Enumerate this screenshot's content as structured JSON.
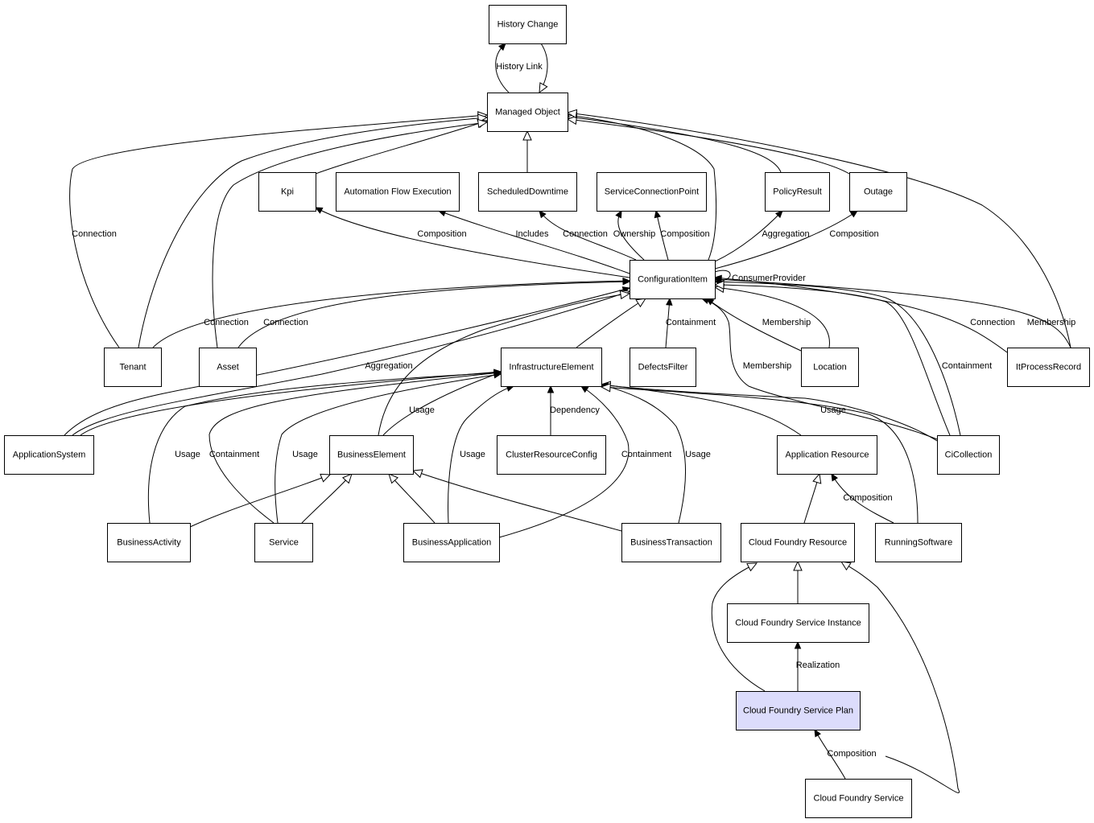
{
  "title": "Cloud Foundry Service Plan",
  "nodes": [
    {
      "id": "HistoryChange",
      "label": "History Change"
    },
    {
      "id": "ManagedObject",
      "label": "Managed Object"
    },
    {
      "id": "Kpi",
      "label": "Kpi"
    },
    {
      "id": "AutomationFlowExecution",
      "label": "Automation Flow Execution"
    },
    {
      "id": "ScheduledDowntime",
      "label": "ScheduledDowntime"
    },
    {
      "id": "ServiceConnectionPoint",
      "label": "ServiceConnectionPoint"
    },
    {
      "id": "PolicyResult",
      "label": "PolicyResult"
    },
    {
      "id": "Outage",
      "label": "Outage"
    },
    {
      "id": "ConfigurationItem",
      "label": "ConfigurationItem"
    },
    {
      "id": "Tenant",
      "label": "Tenant"
    },
    {
      "id": "Asset",
      "label": "Asset"
    },
    {
      "id": "InfrastructureElement",
      "label": "InfrastructureElement"
    },
    {
      "id": "DefectsFilter",
      "label": "DefectsFilter"
    },
    {
      "id": "Location",
      "label": "Location"
    },
    {
      "id": "ItProcessRecord",
      "label": "ItProcessRecord"
    },
    {
      "id": "ApplicationSystem",
      "label": "ApplicationSystem"
    },
    {
      "id": "BusinessElement",
      "label": "BusinessElement"
    },
    {
      "id": "ClusterResourceConfig",
      "label": "ClusterResourceConfig"
    },
    {
      "id": "ApplicationResource",
      "label": "Application Resource"
    },
    {
      "id": "CiCollection",
      "label": "CiCollection"
    },
    {
      "id": "BusinessActivity",
      "label": "BusinessActivity"
    },
    {
      "id": "Service",
      "label": "Service"
    },
    {
      "id": "BusinessApplication",
      "label": "BusinessApplication"
    },
    {
      "id": "BusinessTransaction",
      "label": "BusinessTransaction"
    },
    {
      "id": "CloudFoundryResource",
      "label": "Cloud Foundry Resource"
    },
    {
      "id": "RunningSoftware",
      "label": "RunningSoftware"
    },
    {
      "id": "CloudFoundryServiceInstance",
      "label": "Cloud Foundry Service Instance"
    },
    {
      "id": "CloudFoundryServicePlan",
      "label": "Cloud Foundry Service Plan",
      "highlight": true
    },
    {
      "id": "CloudFoundryService",
      "label": "Cloud Foundry Service"
    }
  ],
  "edges": [
    {
      "from": "ManagedObject",
      "to": "HistoryChange",
      "label": "History Link",
      "arrow": "filled"
    },
    {
      "from": "HistoryChange",
      "to": "ManagedObject",
      "label": "",
      "arrow": "hollow"
    },
    {
      "from": "ScheduledDowntime",
      "to": "ManagedObject",
      "label": "",
      "arrow": "hollow"
    },
    {
      "from": "Kpi",
      "to": "ManagedObject",
      "label": "",
      "arrow": "hollow"
    },
    {
      "from": "Tenant",
      "to": "ManagedObject",
      "label": "Connection",
      "arrow": "hollow"
    },
    {
      "from": "Tenant",
      "to": "ManagedObject",
      "label": "",
      "arrow": "hollow"
    },
    {
      "from": "Asset",
      "to": "ManagedObject",
      "label": "",
      "arrow": "hollow"
    },
    {
      "from": "ConfigurationItem",
      "to": "ManagedObject",
      "label": "",
      "arrow": "hollow"
    },
    {
      "from": "PolicyResult",
      "to": "ManagedObject",
      "label": "",
      "arrow": "hollow"
    },
    {
      "from": "Outage",
      "to": "ManagedObject",
      "label": "",
      "arrow": "hollow"
    },
    {
      "from": "ItProcessRecord",
      "to": "ManagedObject",
      "label": "",
      "arrow": "hollow"
    },
    {
      "from": "ConfigurationItem",
      "to": "Kpi",
      "label": "Composition",
      "arrow": "filled"
    },
    {
      "from": "ConfigurationItem",
      "to": "AutomationFlowExecution",
      "label": "Includes",
      "arrow": "filled"
    },
    {
      "from": "ConfigurationItem",
      "to": "ScheduledDowntime",
      "label": "Connection",
      "arrow": "filled"
    },
    {
      "from": "ConfigurationItem",
      "to": "ServiceConnectionPoint",
      "label": "Ownership",
      "arrow": "filled"
    },
    {
      "from": "ConfigurationItem",
      "to": "ServiceConnectionPoint",
      "label": "Composition",
      "arrow": "filled"
    },
    {
      "from": "ConfigurationItem",
      "to": "PolicyResult",
      "label": "Aggregation",
      "arrow": "filled"
    },
    {
      "from": "ConfigurationItem",
      "to": "Outage",
      "label": "Composition",
      "arrow": "filled"
    },
    {
      "from": "ConfigurationItem",
      "to": "ConfigurationItem",
      "label": "ConsumerProvider",
      "arrow": "filled"
    },
    {
      "from": "Tenant",
      "to": "ConfigurationItem",
      "label": "Connection",
      "arrow": "filled"
    },
    {
      "from": "Asset",
      "to": "ConfigurationItem",
      "label": "Connection",
      "arrow": "filled"
    },
    {
      "from": "ApplicationSystem",
      "to": "ConfigurationItem",
      "label": "Aggregation",
      "arrow": "filled"
    },
    {
      "from": "ApplicationSystem",
      "to": "ConfigurationItem",
      "label": "",
      "arrow": "hollow"
    },
    {
      "from": "InfrastructureElement",
      "to": "ConfigurationItem",
      "label": "",
      "arrow": "hollow"
    },
    {
      "from": "BusinessElement",
      "to": "ConfigurationItem",
      "label": "",
      "arrow": "hollow"
    },
    {
      "from": "DefectsFilter",
      "to": "ConfigurationItem",
      "label": "Containment",
      "arrow": "filled"
    },
    {
      "from": "Location",
      "to": "ConfigurationItem",
      "label": "Membership",
      "arrow": "filled"
    },
    {
      "from": "Location",
      "to": "ConfigurationItem",
      "label": "",
      "arrow": "hollow"
    },
    {
      "from": "CiCollection",
      "to": "ConfigurationItem",
      "label": "Membership",
      "arrow": "filled"
    },
    {
      "from": "CiCollection",
      "to": "ConfigurationItem",
      "label": "Containment",
      "arrow": "filled"
    },
    {
      "from": "CiCollection",
      "to": "ConfigurationItem",
      "label": "",
      "arrow": "hollow"
    },
    {
      "from": "ItProcessRecord",
      "to": "ConfigurationItem",
      "label": "Connection",
      "arrow": "filled"
    },
    {
      "from": "ItProcessRecord",
      "to": "ConfigurationItem",
      "label": "Membership",
      "arrow": "filled"
    },
    {
      "from": "BusinessElement",
      "to": "InfrastructureElement",
      "label": "Usage",
      "arrow": "filled"
    },
    {
      "from": "ClusterResourceConfig",
      "to": "InfrastructureElement",
      "label": "Dependency",
      "arrow": "filled"
    },
    {
      "from": "ApplicationSystem",
      "to": "InfrastructureElement",
      "label": "",
      "arrow": "filled"
    },
    {
      "from": "BusinessActivity",
      "to": "InfrastructureElement",
      "label": "Usage",
      "arrow": "filled"
    },
    {
      "from": "Service",
      "to": "InfrastructureElement",
      "label": "Containment",
      "arrow": "filled"
    },
    {
      "from": "Service",
      "to": "InfrastructureElement",
      "label": "Usage",
      "arrow": "filled"
    },
    {
      "from": "BusinessApplication",
      "to": "InfrastructureElement",
      "label": "Usage",
      "arrow": "filled"
    },
    {
      "from": "BusinessApplication",
      "to": "InfrastructureElement",
      "label": "Containment",
      "arrow": "filled"
    },
    {
      "from": "BusinessTransaction",
      "to": "InfrastructureElement",
      "label": "Usage",
      "arrow": "filled"
    },
    {
      "from": "ApplicationResource",
      "to": "InfrastructureElement",
      "label": "",
      "arrow": "hollow"
    },
    {
      "from": "CiCollection",
      "to": "InfrastructureElement",
      "label": "Usage",
      "arrow": "filled"
    },
    {
      "from": "RunningSoftware",
      "to": "InfrastructureElement",
      "label": "",
      "arrow": "hollow"
    },
    {
      "from": "BusinessActivity",
      "to": "BusinessElement",
      "label": "",
      "arrow": "hollow"
    },
    {
      "from": "Service",
      "to": "BusinessElement",
      "label": "",
      "arrow": "hollow"
    },
    {
      "from": "BusinessApplication",
      "to": "BusinessElement",
      "label": "",
      "arrow": "hollow"
    },
    {
      "from": "BusinessTransaction",
      "to": "BusinessElement",
      "label": "",
      "arrow": "hollow"
    },
    {
      "from": "CloudFoundryResource",
      "to": "ApplicationResource",
      "label": "",
      "arrow": "hollow"
    },
    {
      "from": "RunningSoftware",
      "to": "ApplicationResource",
      "label": "Composition",
      "arrow": "filled"
    },
    {
      "from": "CloudFoundryServiceInstance",
      "to": "CloudFoundryResource",
      "label": "",
      "arrow": "hollow"
    },
    {
      "from": "CloudFoundryServicePlan",
      "to": "CloudFoundryResource",
      "label": "",
      "arrow": "hollow"
    },
    {
      "from": "CloudFoundryService",
      "to": "CloudFoundryResource",
      "label": "",
      "arrow": "hollow"
    },
    {
      "from": "CloudFoundryServicePlan",
      "to": "CloudFoundryServiceInstance",
      "label": "Realization",
      "arrow": "filled"
    },
    {
      "from": "CloudFoundryService",
      "to": "CloudFoundryServicePlan",
      "label": "Composition",
      "arrow": "filled"
    }
  ]
}
